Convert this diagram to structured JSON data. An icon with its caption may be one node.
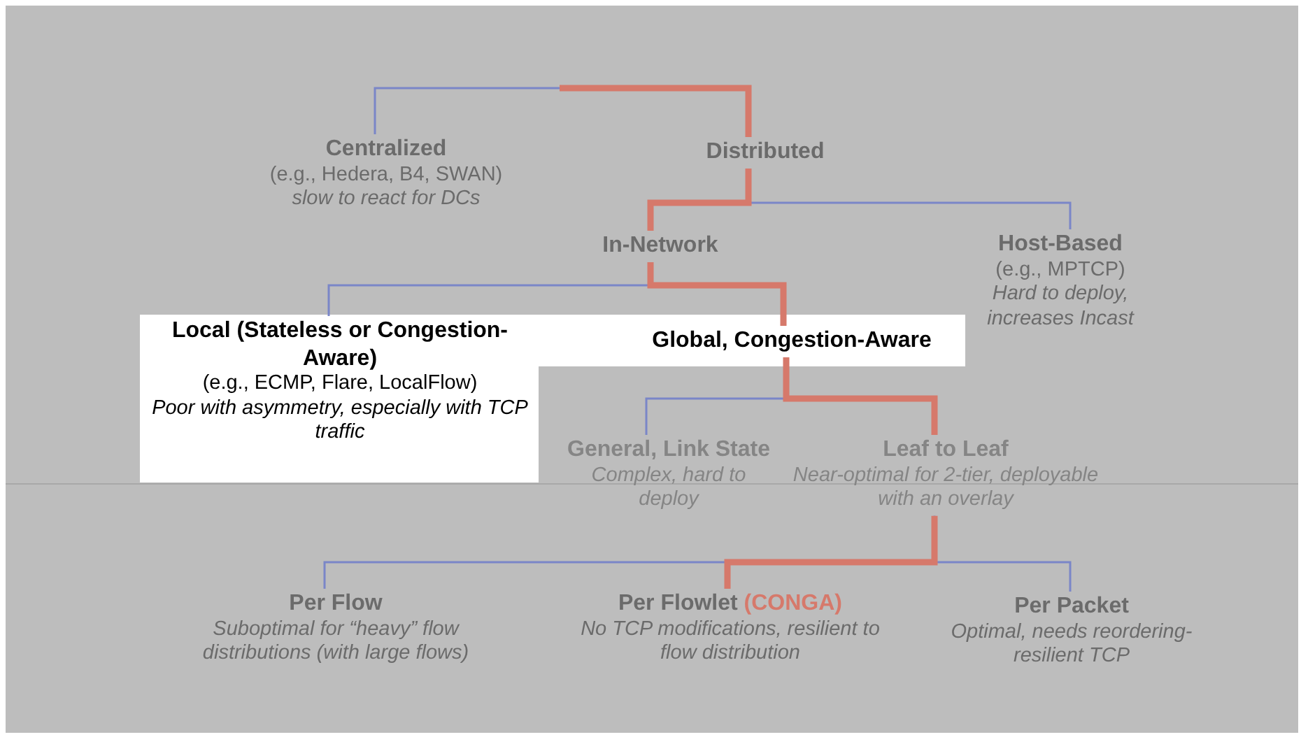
{
  "diagram": {
    "nodes": [
      {
        "text": [
          "Centralized",
          "(e.g., Hedera, B4, SWAN)",
          "slow to react for DCs"
        ]
      },
      {
        "text": [
          "Distributed"
        ]
      },
      {
        "text": [
          "In-Network"
        ]
      },
      {
        "text": [
          "Host-Based",
          "(e.g., MPTCP)",
          "Hard to deploy, increases Incast"
        ]
      },
      {
        "text": [
          "Local (Stateless or Congestion-Aware)",
          "(e.g., ECMP, Flare, LocalFlow)",
          "Poor with asymmetry, especially with TCP traffic"
        ]
      },
      {
        "text": [
          "Global, Congestion-Aware"
        ]
      },
      {
        "text": [
          "General, Link State",
          "Complex, hard to deploy"
        ]
      },
      {
        "text": [
          "Leaf to Leaf",
          "Near-optimal for 2-tier, deployable with an overlay"
        ]
      },
      {
        "text": [
          "Per Flow",
          "Suboptimal for “heavy” flow distributions (with large flows)"
        ]
      },
      {
        "text": [
          "Per Flowlet",
          "(CONGA)",
          "No TCP modifications, resilient to flow distribution"
        ]
      },
      {
        "text": [
          "Per Packet",
          "Optimal, needs reordering-resilient TCP"
        ]
      }
    ],
    "edges": [
      {
        "from": null,
        "to": 0,
        "arrow": "none"
      },
      {
        "from": null,
        "to": 1,
        "arrow": "none",
        "style": "thick",
        "color": "#d6796b"
      },
      {
        "from": 1,
        "to": 2,
        "arrow": "none",
        "style": "thick",
        "color": "#d6796b"
      },
      {
        "from": 1,
        "to": 3,
        "arrow": "none"
      },
      {
        "from": 2,
        "to": 4,
        "arrow": "none"
      },
      {
        "from": 2,
        "to": 5,
        "arrow": "none",
        "style": "thick",
        "color": "#d6796b"
      },
      {
        "from": 5,
        "to": 6,
        "arrow": "none"
      },
      {
        "from": 5,
        "to": 7,
        "arrow": "none",
        "style": "thick",
        "color": "#d6796b"
      },
      {
        "from": 7,
        "to": 8,
        "arrow": "none"
      },
      {
        "from": 7,
        "to": 9,
        "arrow": "none",
        "style": "thick",
        "color": "#d6796b"
      },
      {
        "from": 7,
        "to": 10,
        "arrow": "none"
      }
    ]
  }
}
